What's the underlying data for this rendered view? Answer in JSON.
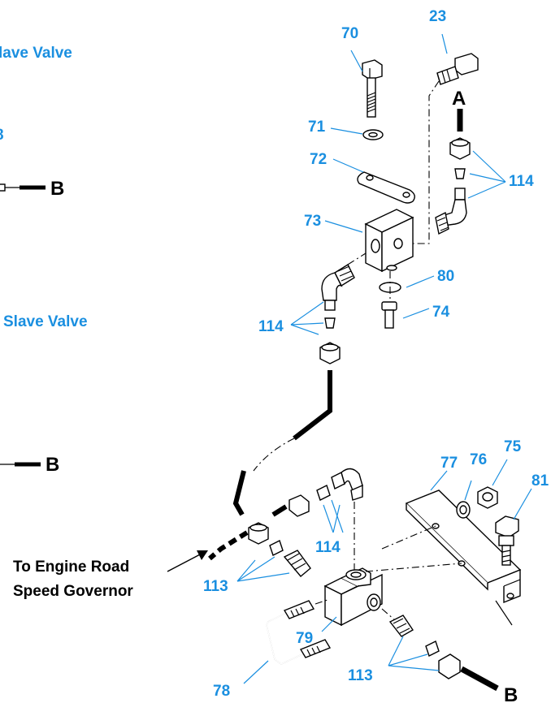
{
  "side_labels": {
    "slave_valve_top": "lave Valve",
    "slave_valve_mid": "Slave Valve",
    "stray_8": "8"
  },
  "letters": {
    "a_top": "A",
    "b_left_top": "B",
    "b_left_mid": "B",
    "b_bottom": "B"
  },
  "callouts": {
    "c23": "23",
    "c70": "70",
    "c71": "71",
    "c72": "72",
    "c73": "73",
    "c74": "74",
    "c80": "80",
    "c114_top": "114",
    "c114_left": "114",
    "c114_bottom": "114",
    "c77": "77",
    "c76": "76",
    "c75": "75",
    "c81": "81",
    "c113_left": "113",
    "c113_bottom": "113",
    "c79": "79",
    "c78": "78"
  },
  "governor_note": {
    "line1": "To Engine Road",
    "line2": "Speed Governor"
  },
  "colors": {
    "callout_blue": "#1a8fe0",
    "ink": "#000000"
  }
}
